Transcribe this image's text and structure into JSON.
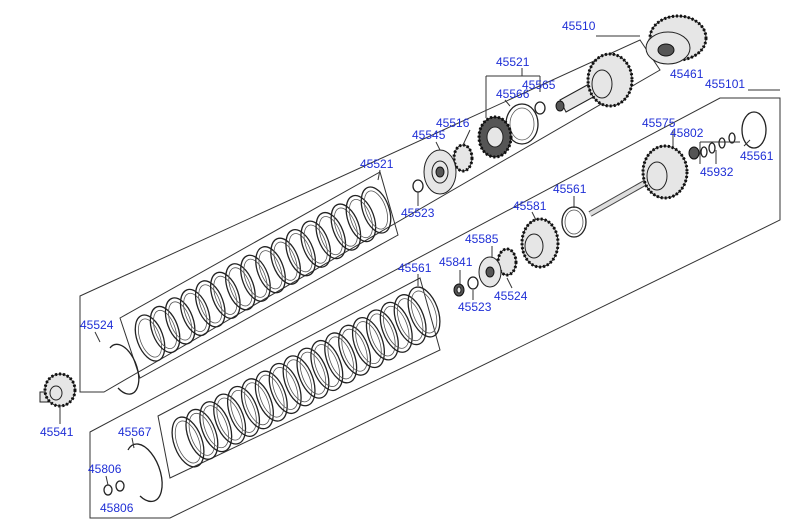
{
  "diagram": {
    "labels": {
      "l45510": "45510",
      "l45461": "45461",
      "l45521a": "45521",
      "l45565": "45565",
      "l45566": "45566",
      "l45101": "455101",
      "l45516": "45516",
      "l45545": "45545",
      "l45575": "45575",
      "l45802": "45802",
      "l45561a": "45561",
      "l45932": "45932",
      "l45521b": "45521",
      "l45523a": "45523",
      "l45561b": "45561",
      "l45581": "45581",
      "l45585": "45585",
      "l45841": "45841",
      "l45561c": "45561",
      "l45524a": "45524",
      "l45523b": "45523",
      "l45524b": "45524",
      "l45541": "45541",
      "l45567": "45567",
      "l45806a": "45806",
      "l45806b": "45806"
    },
    "colors": {
      "label": "#1f2fd6",
      "line": "#333333",
      "part_fill": "#e6e6e6"
    }
  }
}
